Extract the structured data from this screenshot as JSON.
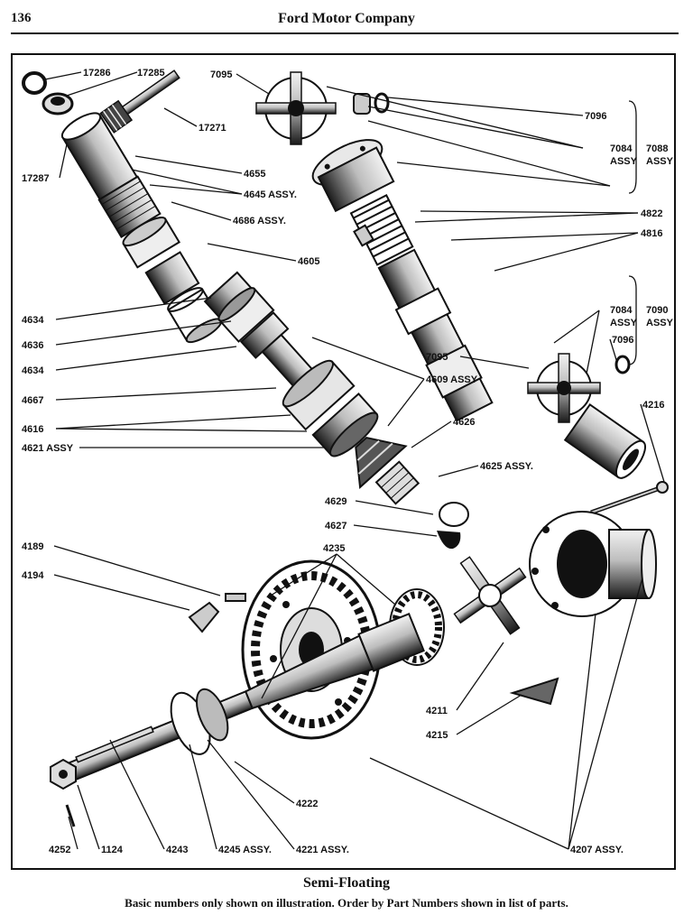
{
  "header": {
    "page_number": "136",
    "title": "Ford Motor Company"
  },
  "caption": {
    "title": "Semi-Floating",
    "note": "Basic numbers only shown on illustration. Order by Part Numbers shown in list of parts."
  },
  "callouts": {
    "p17286": "17286",
    "p17285": "17285",
    "p17271": "17271",
    "p17287": "17287",
    "p4655": "4655",
    "p4645": "4645 ASSY.",
    "p4686": "4686 ASSY.",
    "p4605": "4605",
    "p4634a": "4634",
    "p4636": "4636",
    "p4634b": "4634",
    "p4667": "4667",
    "p4616": "4616",
    "p4621": "4621 ASSY",
    "p4609": "4609 ASSY",
    "p4626": "4626",
    "p4625": "4625 ASSY.",
    "p4629": "4629",
    "p4627": "4627",
    "p7095a": "7095",
    "p7096a": "7096",
    "p7084a_num": "7084",
    "p7084a_assy": "ASSY",
    "p7088_num": "7088",
    "p7088_assy": "ASSY",
    "p4822": "4822",
    "p4816": "4816",
    "p7084b_num": "7084",
    "p7084b_assy": "ASSY",
    "p7090_num": "7090",
    "p7090_assy": "ASSY",
    "p7096b": "7096",
    "p7095b": "7095",
    "p4216": "4216",
    "p4189": "4189",
    "p4194": "4194",
    "p4235": "4235",
    "p4211": "4211",
    "p4215": "4215",
    "p4222": "4222",
    "p4252": "4252",
    "p1124": "1124",
    "p4243": "4243",
    "p4245": "4245 ASSY.",
    "p4221": "4221 ASSY.",
    "p4207": "4207 ASSY."
  }
}
